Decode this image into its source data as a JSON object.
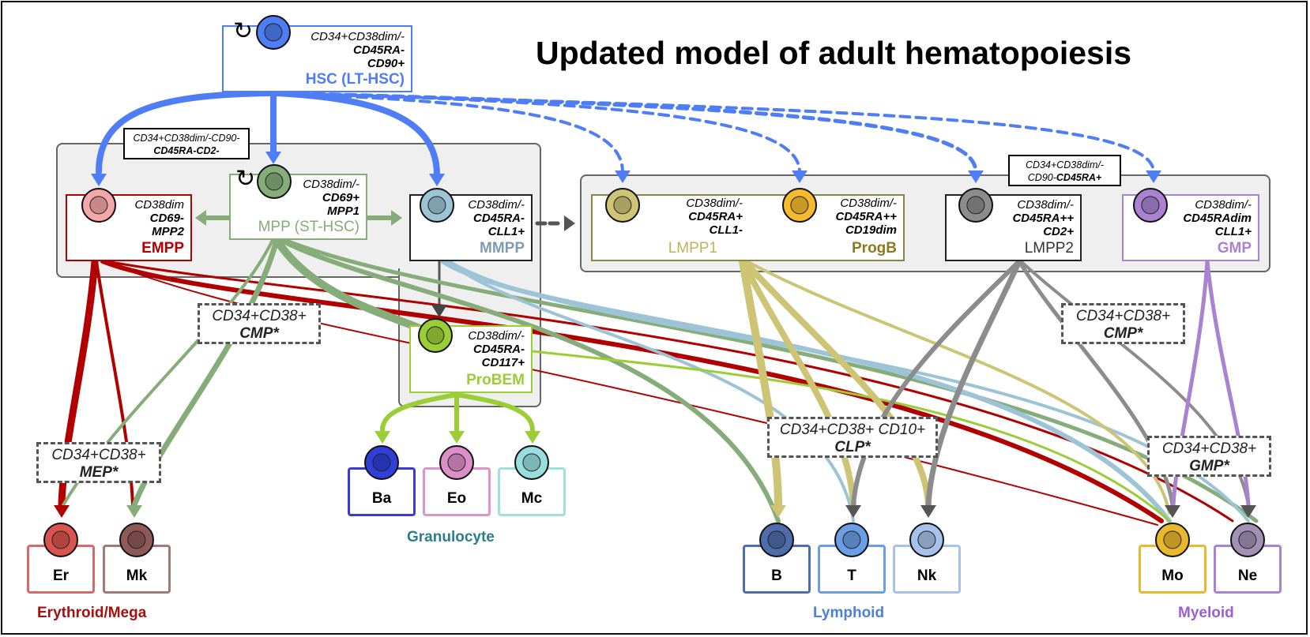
{
  "title": "Updated model of adult hematopoiesis",
  "colors": {
    "hsc": "#4f7df5",
    "empp": "#b10000",
    "mpp": "#86ad79",
    "mmpp": "#9cc4d6",
    "probem": "#9bcd37",
    "lmpp1": "#cdc475",
    "progb": "#f6ba2e",
    "lmpp2": "#8c8c8c",
    "gmp": "#a983d2"
  },
  "hsc": {
    "markers1": "CD34+CD38dim/-",
    "markers2": "CD45RA-",
    "markers3": "CD90+",
    "name": "HSC (LT-HSC)",
    "self_renewal_icon": "self-renewal-arrow-icon"
  },
  "mpp_tag": {
    "line1": "CD34+CD38dim/-CD90-",
    "line2": "CD45RA-CD2-"
  },
  "lmpp_tag": {
    "line1": "CD34+CD38dim/-",
    "line2_plain": "CD90-",
    "line2_bold": "CD45RA+"
  },
  "empp": {
    "m1": "CD38dim",
    "m2": "CD69-",
    "m3": "MPP2",
    "name": "EMPP"
  },
  "mpp": {
    "m1": "CD38dim/-",
    "m2": "CD69+",
    "m3": "MPP1",
    "name": "MPP (ST-HSC)"
  },
  "mmpp": {
    "m1": "CD38dim/-",
    "m2": "CD45RA-",
    "m3": "CLL1+",
    "name": "MMPP"
  },
  "probem": {
    "m1": "CD38dim/-",
    "m2": "CD45RA-",
    "m3": "CD117+",
    "name": "ProBEM"
  },
  "lmpp1": {
    "m1": "CD38dim/-",
    "m2": "CD45RA+",
    "m3": "CLL1-",
    "name": "LMPP1"
  },
  "progb": {
    "m1": "CD38dim/-",
    "m2": "CD45RA++",
    "m3": "CD19dim",
    "name": "ProgB"
  },
  "lmpp2": {
    "m1": "CD38dim/-",
    "m2": "CD45RA++",
    "m3": "CD2+",
    "name": "LMPP2"
  },
  "gmp": {
    "m1": "CD38dim/-",
    "m2": "CD45RAdim",
    "m3": "CLL1+",
    "name": "GMP"
  },
  "classical": {
    "cmp_left": {
      "l1": "CD34+CD38+",
      "l2": "CMP*"
    },
    "cmp_right": {
      "l1": "CD34+CD38+",
      "l2": "CMP*"
    },
    "mep": {
      "l1": "CD34+CD38+",
      "l2": "MEP*"
    },
    "clp": {
      "l1": "CD34+CD38+ CD10+",
      "l2": "CLP*"
    },
    "gmp": {
      "l1": "CD34+CD38+",
      "l2": "GMP*"
    }
  },
  "mature": {
    "er": "Er",
    "mk": "Mk",
    "ba": "Ba",
    "eo": "Eo",
    "mc": "Mc",
    "b": "B",
    "t": "T",
    "nk": "Nk",
    "mo": "Mo",
    "ne": "Ne"
  },
  "groups": {
    "erythroid": "Erythroid/Mega",
    "granulocyte": "Granulocyte",
    "lymphoid": "Lymphoid",
    "myeloid": "Myeloid"
  }
}
